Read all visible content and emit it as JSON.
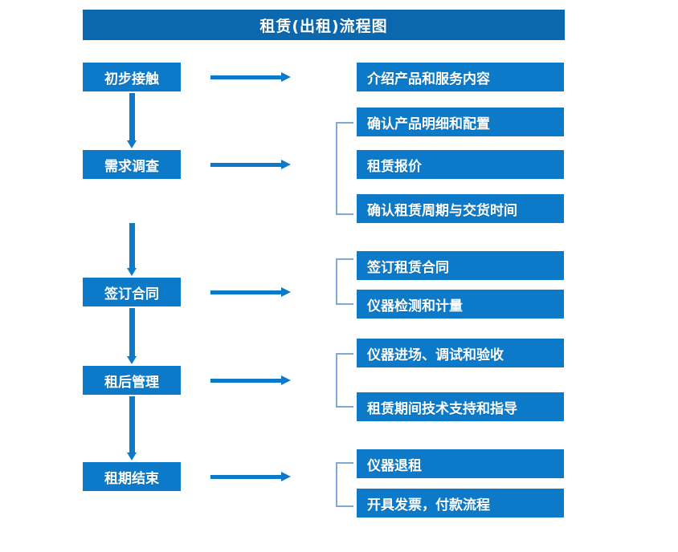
{
  "diagram": {
    "title": "租赁(出租)流程图",
    "colors": {
      "title_bar": "#0B68AE",
      "box": "#0C7AC8",
      "arrow": "#0C7AC8",
      "bracket": "#7FA9D6",
      "text": "#FFFFFF",
      "background": "#FFFFFF"
    },
    "stages": [
      {
        "label": "初步接触"
      },
      {
        "label": "需求调查"
      },
      {
        "label": "签订合同"
      },
      {
        "label": "租后管理"
      },
      {
        "label": "租期结束"
      }
    ],
    "details": [
      {
        "label": "介绍产品和服务内容"
      },
      {
        "label": "确认产品明细和配置"
      },
      {
        "label": "租赁报价"
      },
      {
        "label": "确认租赁周期与交货时间"
      },
      {
        "label": "签订租赁合同"
      },
      {
        "label": "仪器检测和计量"
      },
      {
        "label": "仪器进场、调试和验收"
      },
      {
        "label": "租赁期间技术支持和指导"
      },
      {
        "label": "仪器退租"
      },
      {
        "label": "开具发票，付款流程"
      }
    ]
  }
}
